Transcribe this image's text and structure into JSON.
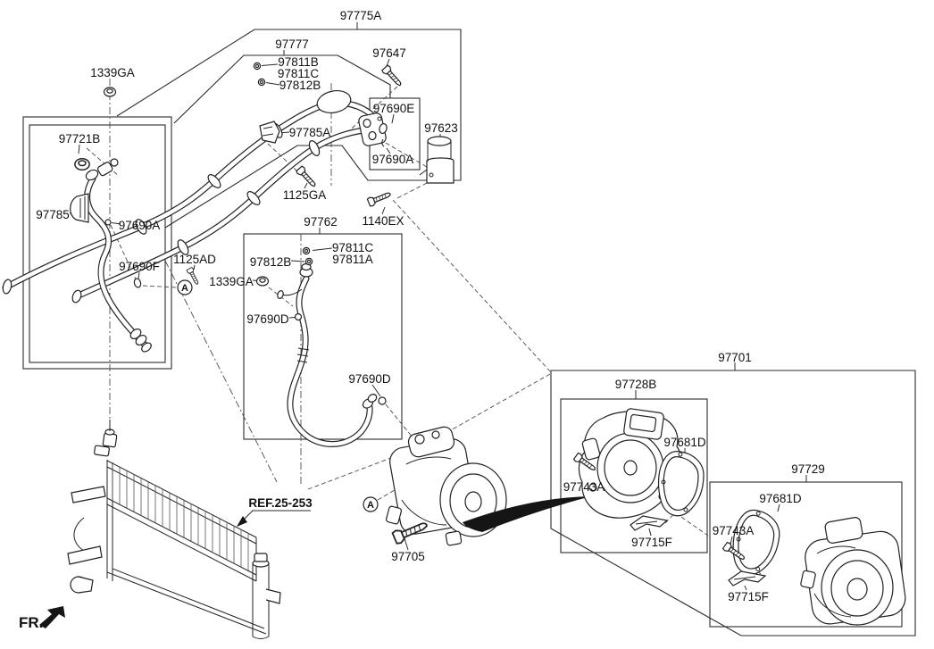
{
  "diagram": {
    "part_labels": {
      "p97775A": "97775A",
      "p97777": "97777",
      "p97811B": "97811B",
      "p97811C": "97811C",
      "p97811A": "97811A",
      "p97812B": "97812B",
      "p97647": "97647",
      "p97690E": "97690E",
      "p97690A": "97690A",
      "p97690D": "97690D",
      "p97690F": "97690F",
      "p97623": "97623",
      "p97785A": "97785A",
      "p97785": "97785",
      "p97721B": "97721B",
      "p1125GA": "1125GA",
      "p1140EX": "1140EX",
      "p1339GA": "1339GA",
      "p1125AD": "1125AD",
      "p97762": "97762",
      "p97701": "97701",
      "p97728B": "97728B",
      "p97681D": "97681D",
      "p97743A": "97743A",
      "p97715F": "97715F",
      "p97729": "97729",
      "p97705": "97705"
    },
    "annotations": {
      "reference": "REF.25-253",
      "front_marker": "FR.",
      "section_marker": "A"
    },
    "colors": {
      "background": "#ffffff",
      "line": "#1a1a1a"
    }
  }
}
